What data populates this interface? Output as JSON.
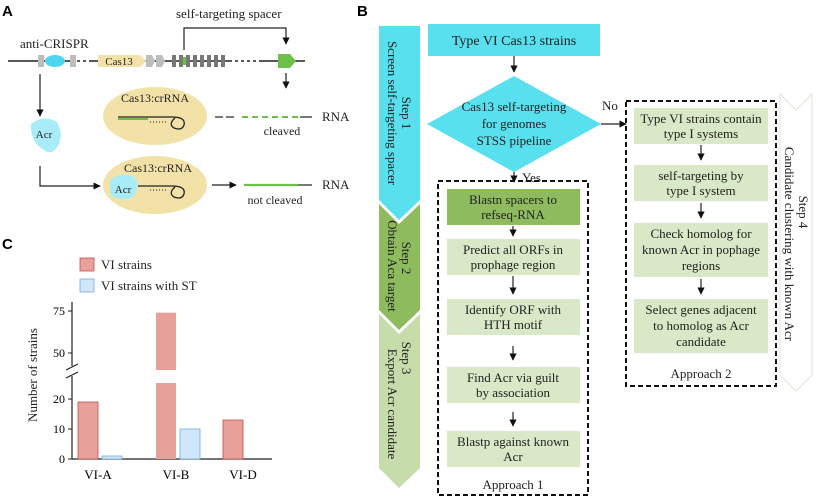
{
  "panels": {
    "a": "A",
    "b": "B",
    "c": "C"
  },
  "panel_a": {
    "anti_crispr": "anti-CRISPR",
    "cas13": "Cas13",
    "self_targeting_spacer": "self-targeting spacer",
    "acr": "Acr",
    "complex_label": "Cas13:crRNA",
    "rna": "RNA",
    "cleaved": "cleaved",
    "not_cleaved": "not cleaved",
    "acr_inside": "Acr"
  },
  "panel_b": {
    "steps": [
      {
        "line1": "Step 1",
        "line2": "Screen self-targeting spacer"
      },
      {
        "line1": "Step 2",
        "line2": "Obtain Aca target"
      },
      {
        "line1": "Step 3",
        "line2": "Export Acr candidate"
      },
      {
        "line1": "Step 4",
        "line2": "Candidate clustering with known Acr"
      }
    ],
    "top_box": "Type VI Cas13 strains",
    "diamond": [
      "Cas13 self-targeting",
      "for genomes",
      "STSS pipeline"
    ],
    "no_label": "No",
    "yes_label": "Yes",
    "approach1": {
      "boxes": [
        [
          "Blastn spacers to",
          "refseq-RNA"
        ],
        [
          "Predict all ORFs in",
          "prophage region"
        ],
        [
          "Identify ORF with",
          "HTH motif"
        ],
        [
          "Find Acr via guilt",
          "by association"
        ],
        [
          "Blastp against known",
          "Acr"
        ]
      ],
      "label": "Approach 1"
    },
    "approach2": {
      "boxes": [
        [
          "Type VI strains contain",
          "type I systems"
        ],
        [
          "self-targeting by",
          "type I system"
        ],
        [
          "Check homolog for",
          "known Acr in pophage",
          "regions"
        ],
        [
          "Select genes adjacent",
          "to homolog as Acr",
          "candidate"
        ]
      ],
      "label": "Approach 2"
    }
  },
  "chart_data": {
    "type": "bar",
    "categories": [
      "VI-A",
      "VI-B",
      "VI-D"
    ],
    "series": [
      {
        "name": "VI strains",
        "values": [
          19,
          74,
          13
        ],
        "color": "#e8a09a",
        "stroke": "#c0504d"
      },
      {
        "name": "VI strains with ST",
        "values": [
          1,
          10,
          0
        ],
        "color": "#cfe6fb",
        "stroke": "#7aa9d6"
      }
    ],
    "ylabel": "Number of strains",
    "yticks_lower": [
      "0",
      "10",
      "20"
    ],
    "yticks_upper": [
      "50",
      "75"
    ],
    "axis_break": true
  }
}
